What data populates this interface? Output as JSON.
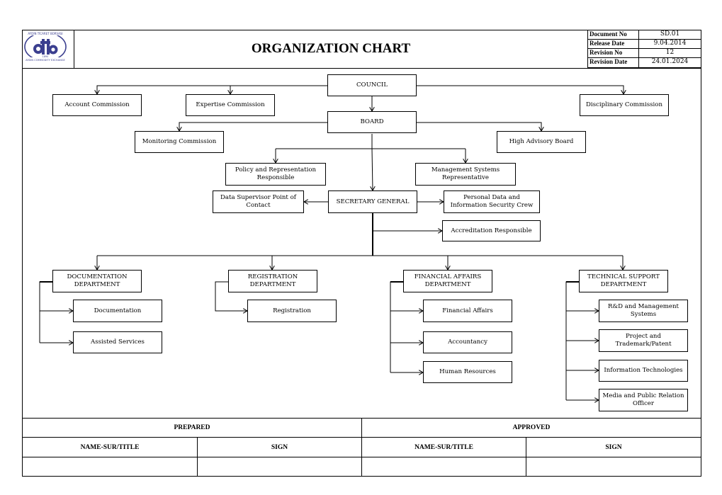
{
  "header": {
    "title": "ORGANIZATION CHART",
    "logo": {
      "top_text": "AYDIN TİCARET BORSASI",
      "bottom_text": "AYDIN COMMODITY EXCHANGE",
      "monogram": "atb",
      "year": "1890",
      "color": "#3b3f8f"
    },
    "meta": [
      {
        "label": "Document No",
        "value": "SD.01"
      },
      {
        "label": "Release Date",
        "value": "9.04.2014"
      },
      {
        "label": "Revision No",
        "value": "12"
      },
      {
        "label": "Revision Date",
        "value": "24.01.2024"
      }
    ]
  },
  "nodes": {
    "council": "COUNCIL",
    "account_commission": "Account Commission",
    "expertise_commission": "Expertise Commission",
    "disciplinary_commission": "Disciplinary Commission",
    "board": "BOARD",
    "monitoring_commission": "Monitoring Commission",
    "high_advisory_board": "High Advisory Board",
    "policy_representation": "Policy and Representation\nResponsible",
    "management_systems": "Management Systems\nRepresentative",
    "secretary_general": "SECRETARY GENERAL",
    "data_supervisor": "Data Supervisor Point of\nContact",
    "personal_data": "Personal Data and\nInformation Security Crew",
    "accreditation": "Accreditation  Responsible",
    "documentation_department": "DOCUMENTATION\nDEPARTMENT",
    "documentation": "Documentation",
    "assisted_services": "Assisted Services",
    "registration_department": "REGISTRATION\nDEPARTMENT",
    "registration": "Registration",
    "financial_affairs_department": "FINANCIAL AFFAIRS\nDEPARTMENT",
    "financial_affairs": "Financial Affairs",
    "accountancy": "Accountancy",
    "human_resources": "Human Resources",
    "technical_support_department": "TECHNICAL SUPPORT\nDEPARTMENT",
    "rd_management": "R&D and Management\nSystems",
    "project_trademark": "Project and\nTrademark/Patent",
    "information_technologies": "Information Technologies",
    "media_public_relation": "Media and Public Relation\nOfficer"
  },
  "footer": {
    "prepared": "PREPARED",
    "approved": "APPROVED",
    "name_sur_title_left": "NAME-SUR/TITLE",
    "sign_left": "SIGN",
    "name_sur_title_right": "NAME-SUR/TITLE",
    "sign_right": "SIGN"
  }
}
